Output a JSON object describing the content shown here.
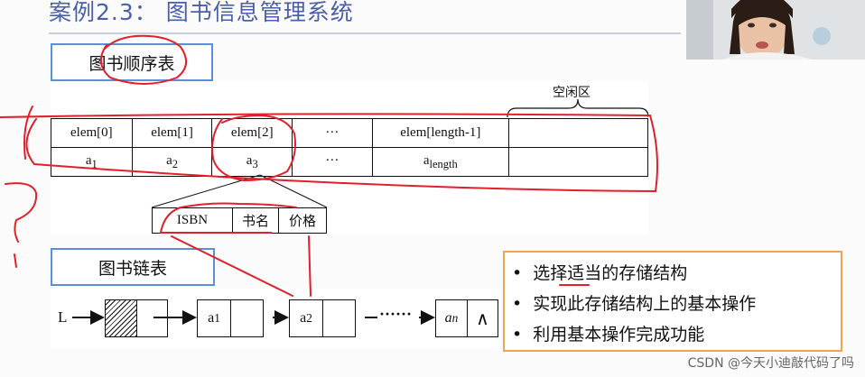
{
  "slide": {
    "title": "案例2.3： 图书信息管理系统",
    "section_sequence": "图书顺序表",
    "section_linked": "图书链表"
  },
  "sequence_table": {
    "idle_label": "空闲区",
    "header_row": [
      "elem[0]",
      "elem[1]",
      "elem[2]",
      "···",
      "elem[length-1]",
      ""
    ],
    "value_row": [
      {
        "base": "a",
        "sub": "1"
      },
      {
        "base": "a",
        "sub": "2"
      },
      {
        "base": "a",
        "sub": "3"
      },
      {
        "base": "···",
        "sub": ""
      },
      {
        "base": "a",
        "sub": "length"
      },
      {
        "base": "",
        "sub": ""
      }
    ]
  },
  "record_fields": [
    "ISBN",
    "书名",
    "价格"
  ],
  "linked_list": {
    "head_label": "L",
    "nodes": [
      {
        "base": "a",
        "sub": "1"
      },
      {
        "base": "a",
        "sub": "2"
      },
      {
        "base": "a",
        "sub": "n"
      }
    ],
    "ellipsis": "······",
    "null_symbol": "∧"
  },
  "bullets": [
    "选择适当的存储结构",
    "实现此存储结构上的基本操作",
    "利用基本操作完成功能"
  ],
  "watermark": "CSDN @今天小迪敲代码了吗",
  "colors": {
    "title": "#4a5fa8",
    "section_border": "#5b8fd6",
    "bullet_border": "#f0a64a",
    "annotation": "#e0202a"
  }
}
